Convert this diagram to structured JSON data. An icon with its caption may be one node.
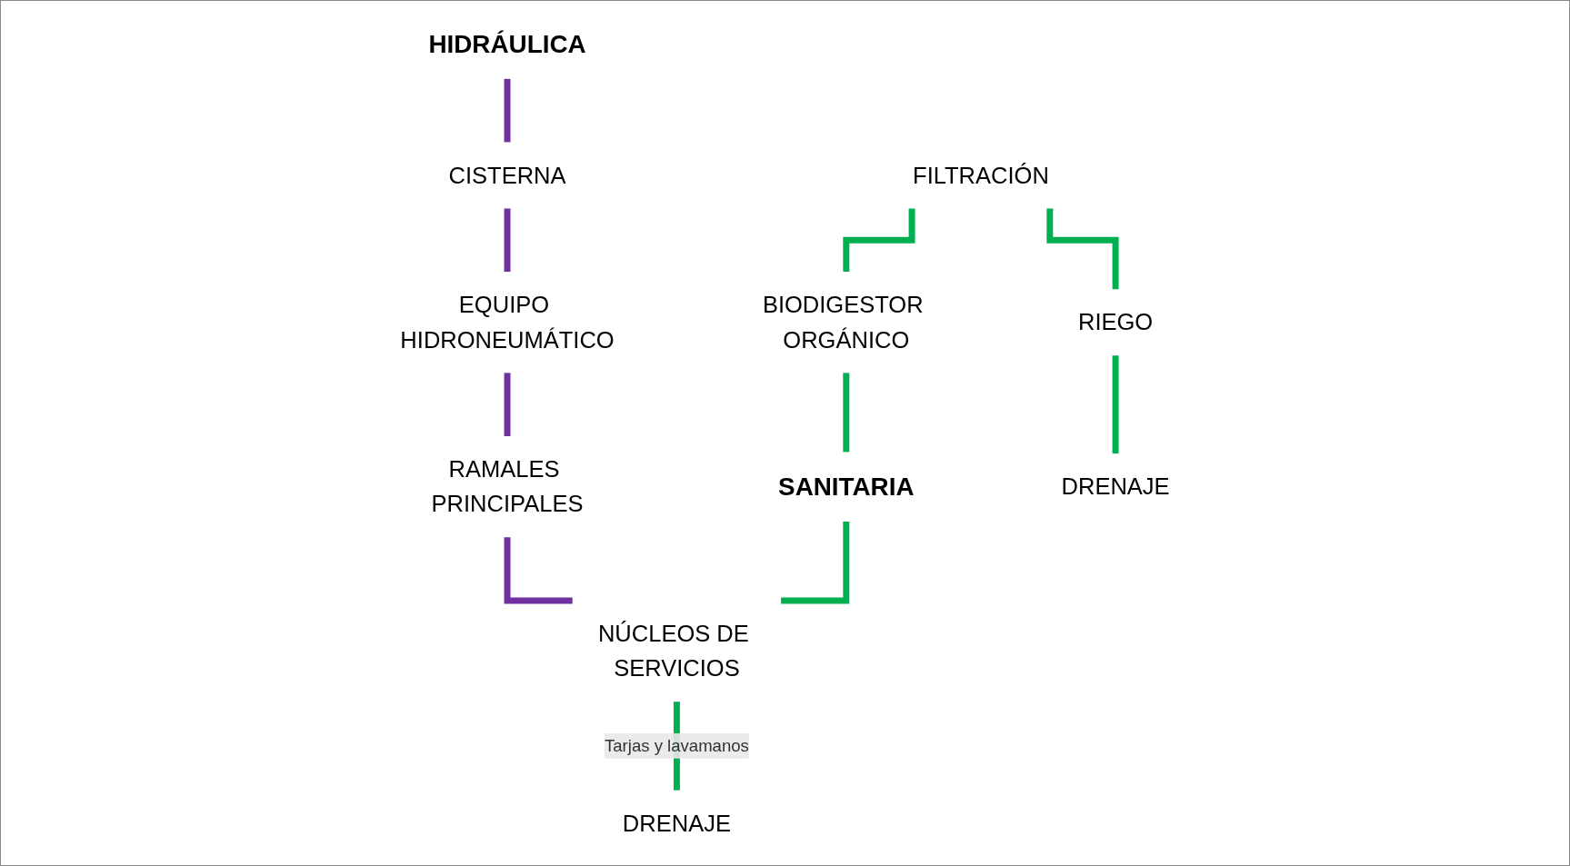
{
  "diagram": {
    "nodes": [
      {
        "text": [
          "HIDRÁULICA"
        ]
      },
      {
        "text": [
          "CISTERNA"
        ]
      },
      {
        "text": [
          "EQUIPO HIDRONEUMÁTICO"
        ]
      },
      {
        "text": [
          "RAMALES PRINCIPALES"
        ]
      },
      {
        "text": [
          "FILTRACIÓN"
        ]
      },
      {
        "text": [
          "BIODIGESTOR ORGÁNICO"
        ]
      },
      {
        "text": [
          "SANITARIA"
        ]
      },
      {
        "text": [
          "NÚCLEOS DE SERVICIOS"
        ]
      },
      {
        "text": [
          "RIEGO"
        ]
      },
      {
        "text": [
          "DRENAJE"
        ]
      },
      {
        "text": [
          "DRENAJE"
        ]
      }
    ],
    "edges": [
      {
        "from": 0,
        "to": 1,
        "arrow": "none",
        "color": "#7030a0"
      },
      {
        "from": 1,
        "to": 2,
        "arrow": "none",
        "color": "#7030a0"
      },
      {
        "from": 2,
        "to": 3,
        "arrow": "none",
        "color": "#7030a0"
      },
      {
        "from": 3,
        "to": 7,
        "arrow": "none",
        "color": "#7030a0"
      },
      {
        "from": 4,
        "to": 5,
        "arrow": "none"
      },
      {
        "from": 5,
        "to": 6,
        "arrow": "none"
      },
      {
        "from": 6,
        "to": 7,
        "arrow": "none"
      },
      {
        "from": 4,
        "to": 8,
        "arrow": "none"
      },
      {
        "from": 8,
        "to": 9,
        "arrow": "none"
      },
      {
        "from": 7,
        "to": 10,
        "label": "Tarjas y lavamanos",
        "arrow": "none"
      }
    ]
  }
}
